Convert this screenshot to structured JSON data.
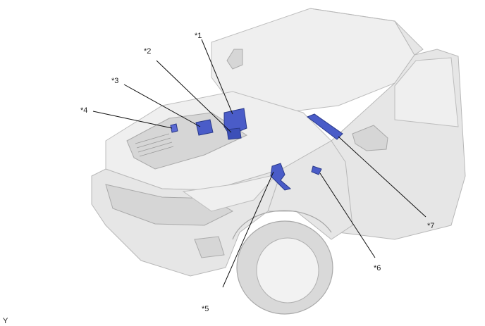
{
  "callouts": [
    {
      "id": "1",
      "label": "*1"
    },
    {
      "id": "2",
      "label": "*2"
    },
    {
      "id": "3",
      "label": "*3"
    },
    {
      "id": "4",
      "label": "*4"
    },
    {
      "id": "5",
      "label": "*5"
    },
    {
      "id": "6",
      "label": "*6"
    },
    {
      "id": "7",
      "label": "*7"
    }
  ],
  "corner_label": "Y",
  "colors": {
    "part_highlight": "#4a5cc8",
    "part_highlight_dark": "#2f3f9a",
    "vehicle_body": "#e6e6e6"
  }
}
